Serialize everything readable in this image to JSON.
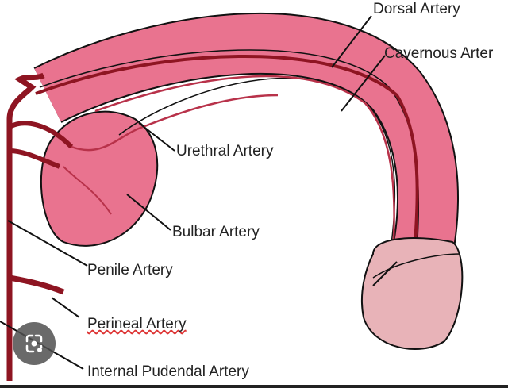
{
  "labels": {
    "dorsal": "Dorsal Artery",
    "cavernous": "Cavernous Arter",
    "urethral": "Urethral Artery",
    "bulbar": "Bulbar Artery",
    "penile": "Penile Artery",
    "perineal": "Perineal Artery",
    "internal_pudendal": "Internal Pudendal Artery"
  },
  "colors": {
    "tissue": "#e9738f",
    "glans": "#e8b3b8",
    "artery": "#8e1522",
    "outline": "#111111"
  },
  "icons": {
    "lens": "visual-search-icon"
  }
}
